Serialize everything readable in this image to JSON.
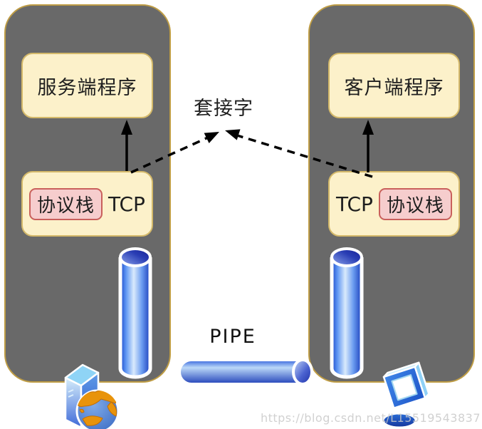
{
  "diagram": {
    "socket_label": "套接字",
    "pipe_label": "PIPE",
    "watermark": "https://blog.csdn.net/L15519543837",
    "server": {
      "program_label": "服务端程序",
      "stack_label": "协议栈",
      "protocol_label": "TCP"
    },
    "client": {
      "program_label": "客户端程序",
      "stack_label": "协议栈",
      "protocol_label": "TCP"
    },
    "icons": {
      "server_host": "server-tower-with-globe-icon",
      "client_host": "monitor-icon",
      "vertical_pipes": "blue-cylinder",
      "horizontal_pipe": "blue-cylinder-pipe"
    },
    "colors": {
      "machine_fill": "#696969",
      "machine_border": "#BF9D45",
      "box_fill": "#FCF1CA",
      "box_border": "#D4B96A",
      "stack_fill": "#F6CDCD",
      "stack_border": "#C9605C",
      "pipe_blue": "#2A62DC",
      "arrow": "#000000"
    }
  }
}
